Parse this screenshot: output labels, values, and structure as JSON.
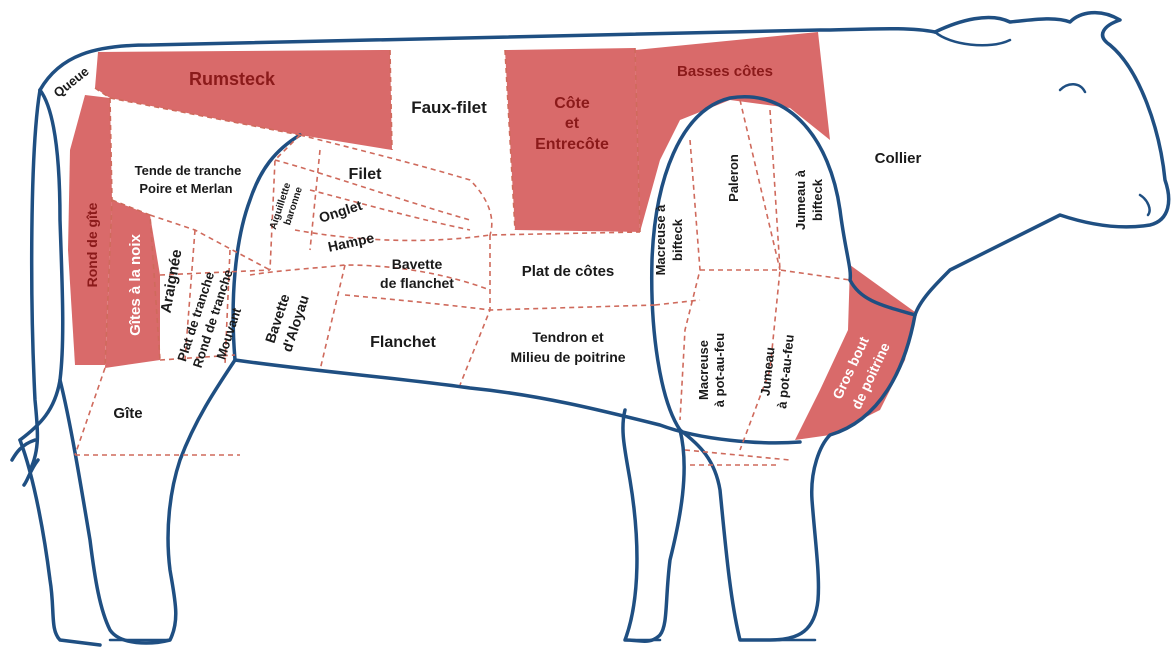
{
  "colors": {
    "outline": "#1f4f82",
    "highlight": "#d96a6a",
    "cut_line": "#cf6a5c",
    "dark_red_text": "#8b1a1a",
    "text": "#1a1a1a"
  },
  "cuts": {
    "queue": "Queue",
    "rumsteck": "Rumsteck",
    "faux_filet": "Faux-filet",
    "cote_l1": "Côte",
    "cote_l2": "et",
    "cote_l3": "Entrecôte",
    "basses_cotes": "Basses côtes",
    "collier": "Collier",
    "rond_de_gite": "Rond de gîte",
    "tende_l1": "Tende de tranche",
    "tende_l2": "Poire et Merlan",
    "aiguillette_l1": "Aiguillette",
    "aiguillette_l2": "baronne",
    "filet": "Filet",
    "onglet": "Onglet",
    "hampe": "Hampe",
    "gites_noix": "Gîtes à la noix",
    "araignee": "Araignée",
    "plat_tranche": "Plat de tranche",
    "rond_tranche": "Rond de tranche",
    "mouvant": "Mouvant",
    "bavette_flanchet_l1": "Bavette",
    "bavette_flanchet_l2": "de flanchet",
    "plat_de_cotes": "Plat de côtes",
    "bavette_aloyau_l1": "Bavette",
    "bavette_aloyau_l2": "d'Aloyau",
    "flanchet": "Flanchet",
    "tendron_l1": "Tendron et",
    "tendron_l2": "Milieu de poitrine",
    "macreuse_bifteck_l1": "Macreuse à",
    "macreuse_bifteck_l2": "bifteck",
    "paleron": "Paleron",
    "jumeau_bifteck_l1": "Jumeau à",
    "jumeau_bifteck_l2": "bifteck",
    "macreuse_pot_l1": "Macreuse",
    "macreuse_pot_l2": "à pot-au-feu",
    "jumeau_pot_l1": "Jumeau",
    "jumeau_pot_l2": "à pot-au-feu",
    "gros_bout_l1": "Gros bout",
    "gros_bout_l2": "de poitrine",
    "gite": "Gîte"
  }
}
